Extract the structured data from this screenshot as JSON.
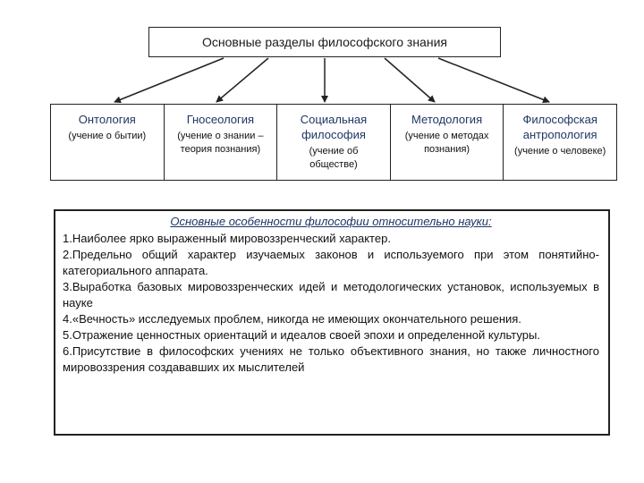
{
  "root": {
    "title": "Основные разделы философского знания"
  },
  "branches": [
    {
      "title": "Онтология",
      "desc": "(учение о бытии)"
    },
    {
      "title": "Гносеология",
      "desc": "(учение о знании –теория познания)"
    },
    {
      "title": "Социальная философия",
      "desc": "(учение об обществе)"
    },
    {
      "title": "Методология",
      "desc": "(учение о методах познания)"
    },
    {
      "title": "Философская антропология",
      "desc": "(учение о человеке)"
    }
  ],
  "features": {
    "title": "Основные особенности философии относительно науки:",
    "items": [
      "1.Наиболее ярко выраженный мировоззренческий характер.",
      "2.Предельно общий характер изучаемых законов и используемого при этом понятийно-категориального аппарата.",
      "3.Выработка базовых мировоззренческих идей и методологических установок, используемых в науке",
      "4.«Вечность» исследуемых проблем, никогда не имеющих окончательного решения.",
      "5.Отражение ценностных ориентаций и идеалов своей эпохи и определенной культуры.",
      "6.Присутствие в философских учениях не только объективного знания, но также личностного мировоззрения создававших их мыслителей"
    ]
  },
  "colors": {
    "heading": "#1f3566",
    "border": "#222222"
  }
}
